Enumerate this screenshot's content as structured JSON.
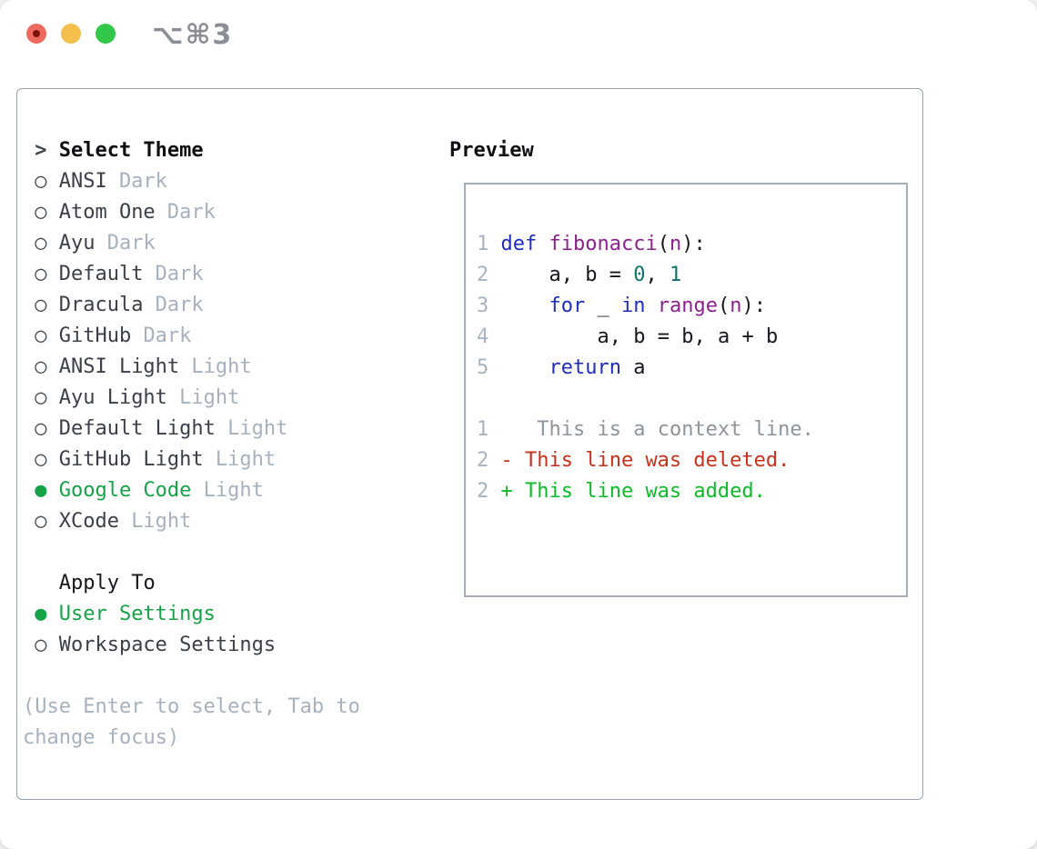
{
  "window": {
    "title": "⌥⌘3"
  },
  "icons": {
    "cursor": ">",
    "radio_unselected": "○",
    "radio_selected": "●"
  },
  "colors": {
    "accent_green": "#16a348",
    "keyword_blue": "#1f2cc0",
    "function_magenta": "#8e2190",
    "literal_teal": "#0d7269",
    "diff_deleted_red": "#c8311b",
    "diff_added_green": "#0dbb28",
    "muted_gray": "#a7b1bd",
    "traffic_red": "#ee6a5e",
    "traffic_yellow": "#f5bf4e",
    "traffic_green": "#32c749"
  },
  "theme_picker": {
    "header": "Select Theme",
    "items": [
      {
        "name": "ANSI",
        "variant": "Dark",
        "selected": false
      },
      {
        "name": "Atom One",
        "variant": "Dark",
        "selected": false
      },
      {
        "name": "Ayu",
        "variant": "Dark",
        "selected": false
      },
      {
        "name": "Default",
        "variant": "Dark",
        "selected": false
      },
      {
        "name": "Dracula",
        "variant": "Dark",
        "selected": false
      },
      {
        "name": "GitHub",
        "variant": "Dark",
        "selected": false
      },
      {
        "name": "ANSI Light",
        "variant": "Light",
        "selected": false
      },
      {
        "name": "Ayu Light",
        "variant": "Light",
        "selected": false
      },
      {
        "name": "Default Light",
        "variant": "Light",
        "selected": false
      },
      {
        "name": "GitHub Light",
        "variant": "Light",
        "selected": false
      },
      {
        "name": "Google Code",
        "variant": "Light",
        "selected": true
      },
      {
        "name": "XCode",
        "variant": "Light",
        "selected": false
      }
    ]
  },
  "apply_to": {
    "header": "Apply To",
    "options": [
      {
        "label": "User Settings",
        "selected": true
      },
      {
        "label": "Workspace Settings",
        "selected": false
      }
    ]
  },
  "help_text": "(Use Enter to select, Tab to change focus)",
  "preview": {
    "header": "Preview",
    "lines": [
      {
        "num": "1",
        "tokens": [
          [
            "def",
            "kw"
          ],
          [
            " ",
            "pl"
          ],
          [
            "fibonacci",
            "fn"
          ],
          [
            "(",
            "pl"
          ],
          [
            "n",
            "fn"
          ],
          [
            "):",
            "pl"
          ]
        ]
      },
      {
        "num": "2",
        "tokens": [
          [
            "    ",
            "pl"
          ],
          [
            "a",
            "var"
          ],
          [
            ", ",
            "pl"
          ],
          [
            "b",
            "var"
          ],
          [
            " = ",
            "pl"
          ],
          [
            "0",
            "lit"
          ],
          [
            ", ",
            "pl"
          ],
          [
            "1",
            "lit"
          ]
        ]
      },
      {
        "num": "3",
        "tokens": [
          [
            "    ",
            "pl"
          ],
          [
            "for",
            "kw"
          ],
          [
            " _ ",
            "pl"
          ],
          [
            "in",
            "kw"
          ],
          [
            " ",
            "pl"
          ],
          [
            "range",
            "fn"
          ],
          [
            "(",
            "pl"
          ],
          [
            "n",
            "fn"
          ],
          [
            "):",
            "pl"
          ]
        ]
      },
      {
        "num": "4",
        "tokens": [
          [
            "        ",
            "pl"
          ],
          [
            "a",
            "var"
          ],
          [
            ", ",
            "pl"
          ],
          [
            "b",
            "var"
          ],
          [
            " = ",
            "pl"
          ],
          [
            "b",
            "var"
          ],
          [
            ", ",
            "pl"
          ],
          [
            "a",
            "var"
          ],
          [
            " + ",
            "pl"
          ],
          [
            "b",
            "var"
          ]
        ]
      },
      {
        "num": "5",
        "tokens": [
          [
            "    ",
            "pl"
          ],
          [
            "return",
            "kw"
          ],
          [
            " ",
            "pl"
          ],
          [
            "a",
            "var"
          ]
        ]
      },
      {
        "num": "",
        "tokens": []
      },
      {
        "num": "1",
        "tokens": [
          [
            "   ",
            "pl"
          ],
          [
            "This is a context line.",
            "ctx"
          ]
        ]
      },
      {
        "num": "2",
        "tokens": [
          [
            "- This line was deleted.",
            "del"
          ]
        ]
      },
      {
        "num": "2",
        "tokens": [
          [
            "+ This line was added.",
            "add"
          ]
        ]
      }
    ]
  }
}
